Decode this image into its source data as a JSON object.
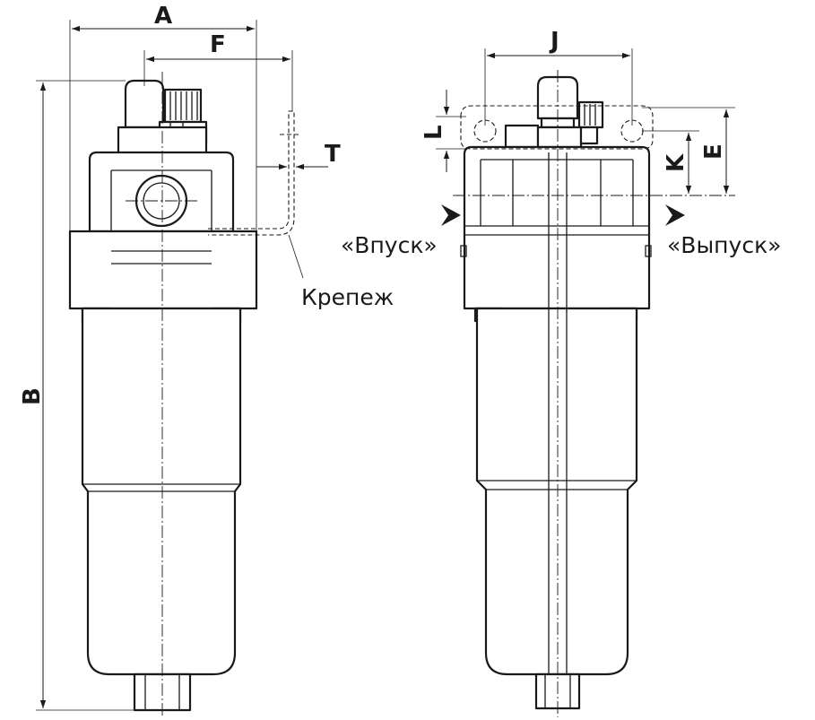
{
  "dimensions": {
    "A": "A",
    "B": "B",
    "F": "F",
    "T": "T",
    "J": "J",
    "L": "L",
    "K": "K",
    "E": "E"
  },
  "callouts": {
    "mount": "Крепеж",
    "inlet": "«Впуск»",
    "outlet": "«Выпуск»"
  }
}
